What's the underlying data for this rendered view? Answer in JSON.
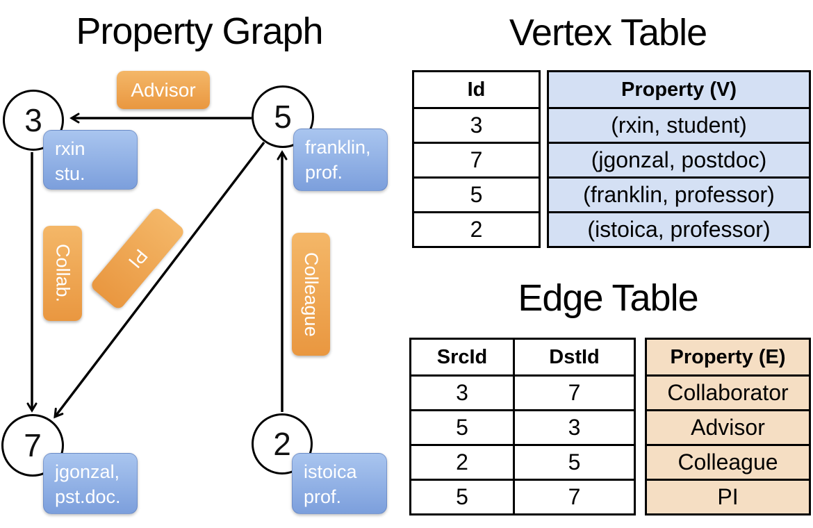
{
  "titles": {
    "graph": "Property Graph",
    "vertex": "Vertex Table",
    "edge": "Edge Table"
  },
  "graph": {
    "nodes": [
      {
        "id": "3"
      },
      {
        "id": "5"
      },
      {
        "id": "7"
      },
      {
        "id": "2"
      }
    ],
    "properties": [
      {
        "line1": "rxin",
        "line2": "stu."
      },
      {
        "line1": "franklin,",
        "line2": "prof."
      },
      {
        "line1": "jgonzal,",
        "line2": "pst.doc."
      },
      {
        "line1": "istoica",
        "line2": "prof."
      }
    ],
    "edges": [
      {
        "label": "Advisor",
        "src": "5",
        "dst": "3"
      },
      {
        "label": "Collab.",
        "src": "3",
        "dst": "7"
      },
      {
        "label": "PI",
        "src": "5",
        "dst": "7"
      },
      {
        "label": "Colleague",
        "src": "2",
        "dst": "5"
      }
    ]
  },
  "vertex_table": {
    "headers": [
      "Id",
      "Property (V)"
    ],
    "rows": [
      [
        "3",
        "(rxin, student)"
      ],
      [
        "7",
        "(jgonzal, postdoc)"
      ],
      [
        "5",
        "(franklin, professor)"
      ],
      [
        "2",
        "(istoica, professor)"
      ]
    ]
  },
  "edge_table": {
    "headers": [
      "SrcId",
      "DstId",
      "Property (E)"
    ],
    "rows": [
      [
        "3",
        "7",
        "Collaborator"
      ],
      [
        "5",
        "3",
        "Advisor"
      ],
      [
        "2",
        "5",
        "Colleague"
      ],
      [
        "5",
        "7",
        "PI"
      ]
    ]
  },
  "colors": {
    "edge_label_top": "#F4B768",
    "edge_label_bottom": "#E99740",
    "node_prop_top": "#A9C5EF",
    "node_prop_bottom": "#7C9FDC",
    "vertex_col_fill": "#D4E0F4",
    "edge_col_fill": "#F5DEC3",
    "line": "#000000"
  }
}
